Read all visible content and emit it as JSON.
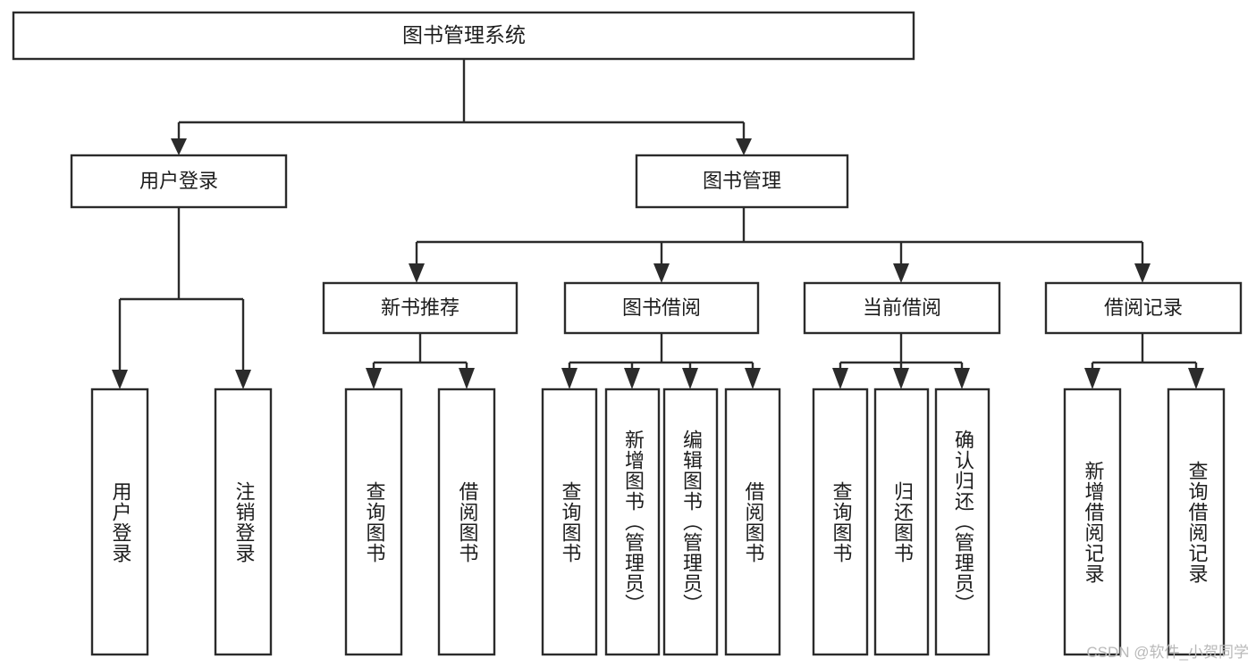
{
  "diagram": {
    "type": "hierarchy-tree",
    "title": "图书管理系统",
    "watermark": "CSDN @软件_小贺同学",
    "colors": {
      "stroke": "#2b2b2b",
      "fill": "#ffffff",
      "text": "#1d1d1d",
      "watermark": "#b9b9b9"
    },
    "levels": {
      "root": "图书管理系统",
      "level2": [
        "用户登录",
        "图书管理"
      ],
      "level3": [
        "新书推荐",
        "图书借阅",
        "当前借阅",
        "借阅记录"
      ]
    },
    "nodes": {
      "root": {
        "label": "图书管理系统"
      },
      "user_login": {
        "label": "用户登录"
      },
      "book_manage": {
        "label": "图书管理"
      },
      "new_book_rec": {
        "label": "新书推荐"
      },
      "book_borrow": {
        "label": "图书借阅"
      },
      "current_borrow": {
        "label": "当前借阅"
      },
      "borrow_record": {
        "label": "借阅记录"
      },
      "leaf_user_login": {
        "label": "用户登录"
      },
      "leaf_logout": {
        "label": "注销登录"
      },
      "leaf_query_book_1": {
        "label": "查询图书"
      },
      "leaf_borrow_book_1": {
        "label": "借阅图书"
      },
      "leaf_query_book_2": {
        "label": "查询图书"
      },
      "leaf_add_book": {
        "label": "新增图书（管理员）"
      },
      "leaf_edit_book": {
        "label": "编辑图书（管理员）"
      },
      "leaf_borrow_book_2": {
        "label": "借阅图书"
      },
      "leaf_query_book_3": {
        "label": "查询图书"
      },
      "leaf_return_book": {
        "label": "归还图书"
      },
      "leaf_confirm_return": {
        "label": "确认归还（管理员）"
      },
      "leaf_add_record": {
        "label": "新增借阅记录"
      },
      "leaf_query_record": {
        "label": "查询借阅记录"
      }
    },
    "edges": [
      {
        "from": "root",
        "to": "user_login"
      },
      {
        "from": "root",
        "to": "book_manage"
      },
      {
        "from": "user_login",
        "to": "leaf_user_login"
      },
      {
        "from": "user_login",
        "to": "leaf_logout"
      },
      {
        "from": "book_manage",
        "to": "new_book_rec"
      },
      {
        "from": "book_manage",
        "to": "book_borrow"
      },
      {
        "from": "book_manage",
        "to": "current_borrow"
      },
      {
        "from": "book_manage",
        "to": "borrow_record"
      },
      {
        "from": "new_book_rec",
        "to": "leaf_query_book_1"
      },
      {
        "from": "new_book_rec",
        "to": "leaf_borrow_book_1"
      },
      {
        "from": "book_borrow",
        "to": "leaf_query_book_2"
      },
      {
        "from": "book_borrow",
        "to": "leaf_add_book"
      },
      {
        "from": "book_borrow",
        "to": "leaf_edit_book"
      },
      {
        "from": "book_borrow",
        "to": "leaf_borrow_book_2"
      },
      {
        "from": "current_borrow",
        "to": "leaf_query_book_3"
      },
      {
        "from": "current_borrow",
        "to": "leaf_return_book"
      },
      {
        "from": "current_borrow",
        "to": "leaf_confirm_return"
      },
      {
        "from": "borrow_record",
        "to": "leaf_add_record"
      },
      {
        "from": "borrow_record",
        "to": "leaf_query_record"
      }
    ]
  }
}
